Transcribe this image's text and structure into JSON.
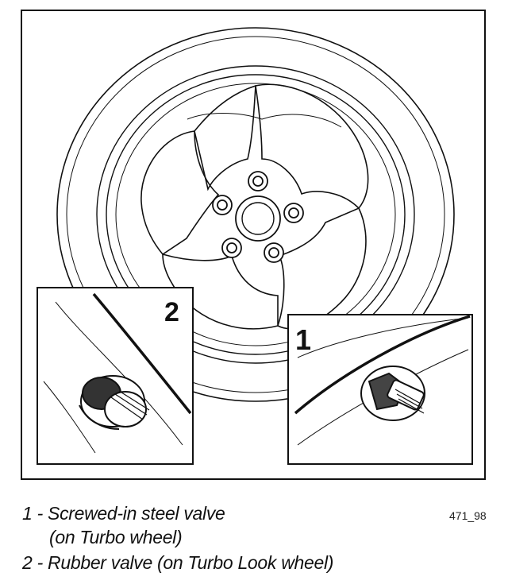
{
  "insets": {
    "left_number": "2",
    "right_number": "1"
  },
  "captions": {
    "item1_line1": "1 - Screwed-in steel valve",
    "item1_line2": "(on Turbo wheel)",
    "item2": "2 - Rubber valve (on Turbo Look wheel)"
  },
  "figure_number": "471_98"
}
